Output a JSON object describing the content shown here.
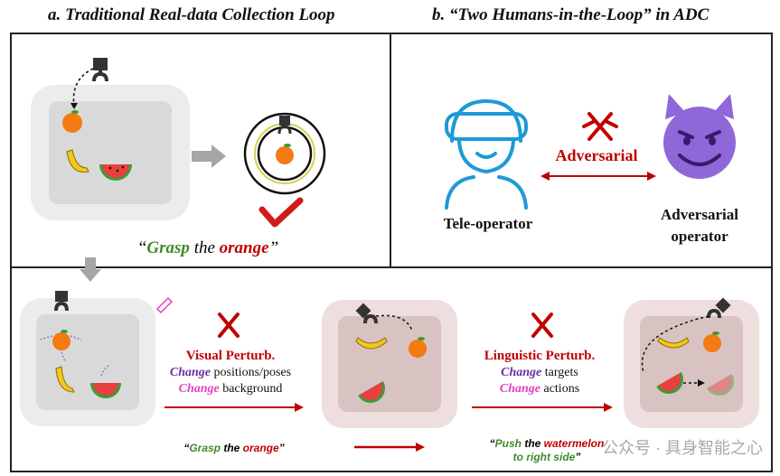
{
  "panel_a": {
    "title": "a. Traditional Real-data Collection Loop",
    "instruction": {
      "open_quote": "“",
      "verb": "Grasp",
      "the": " the ",
      "object": "orange",
      "close_quote": "”"
    }
  },
  "panel_b": {
    "title": "b. “Two Humans-in-the-Loop” in ADC",
    "adversarial_label": "Adversarial",
    "teleoperator_label": "Tele-operator",
    "adversarial_operator_label_1": "Adversarial",
    "adversarial_operator_label_2": "operator"
  },
  "panel_c": {
    "visual": {
      "title": "Visual Perturb.",
      "line1_verb": "Change",
      "line1_rest": " positions/poses",
      "line2_verb": "Change",
      "line2_rest": " background"
    },
    "linguistic": {
      "title": "Linguistic Perturb.",
      "line1_verb": "Change",
      "line1_rest": " targets",
      "line2_verb": "Change",
      "line2_rest": " actions"
    },
    "instruction1": {
      "open": "“",
      "verb": "Grasp",
      "the": " the ",
      "object": "orange",
      "close": "”"
    },
    "instruction2": {
      "open": "“",
      "verb": "Push",
      "the": " the ",
      "object": "watermelon",
      "line2": "to right side",
      "close": "”"
    },
    "watermark": "公众号 · 具身智能之心"
  },
  "colors": {
    "border": "#222222",
    "red": "#c00000",
    "green": "#3f8a2a",
    "purple": "#6a2fa0",
    "magenta": "#e43fc4",
    "tray_gray": "#e3e3e3",
    "tray_pink": "#e6d3d3",
    "devil_purple": "#8f67d8",
    "operator_blue": "#1e9ad6"
  }
}
